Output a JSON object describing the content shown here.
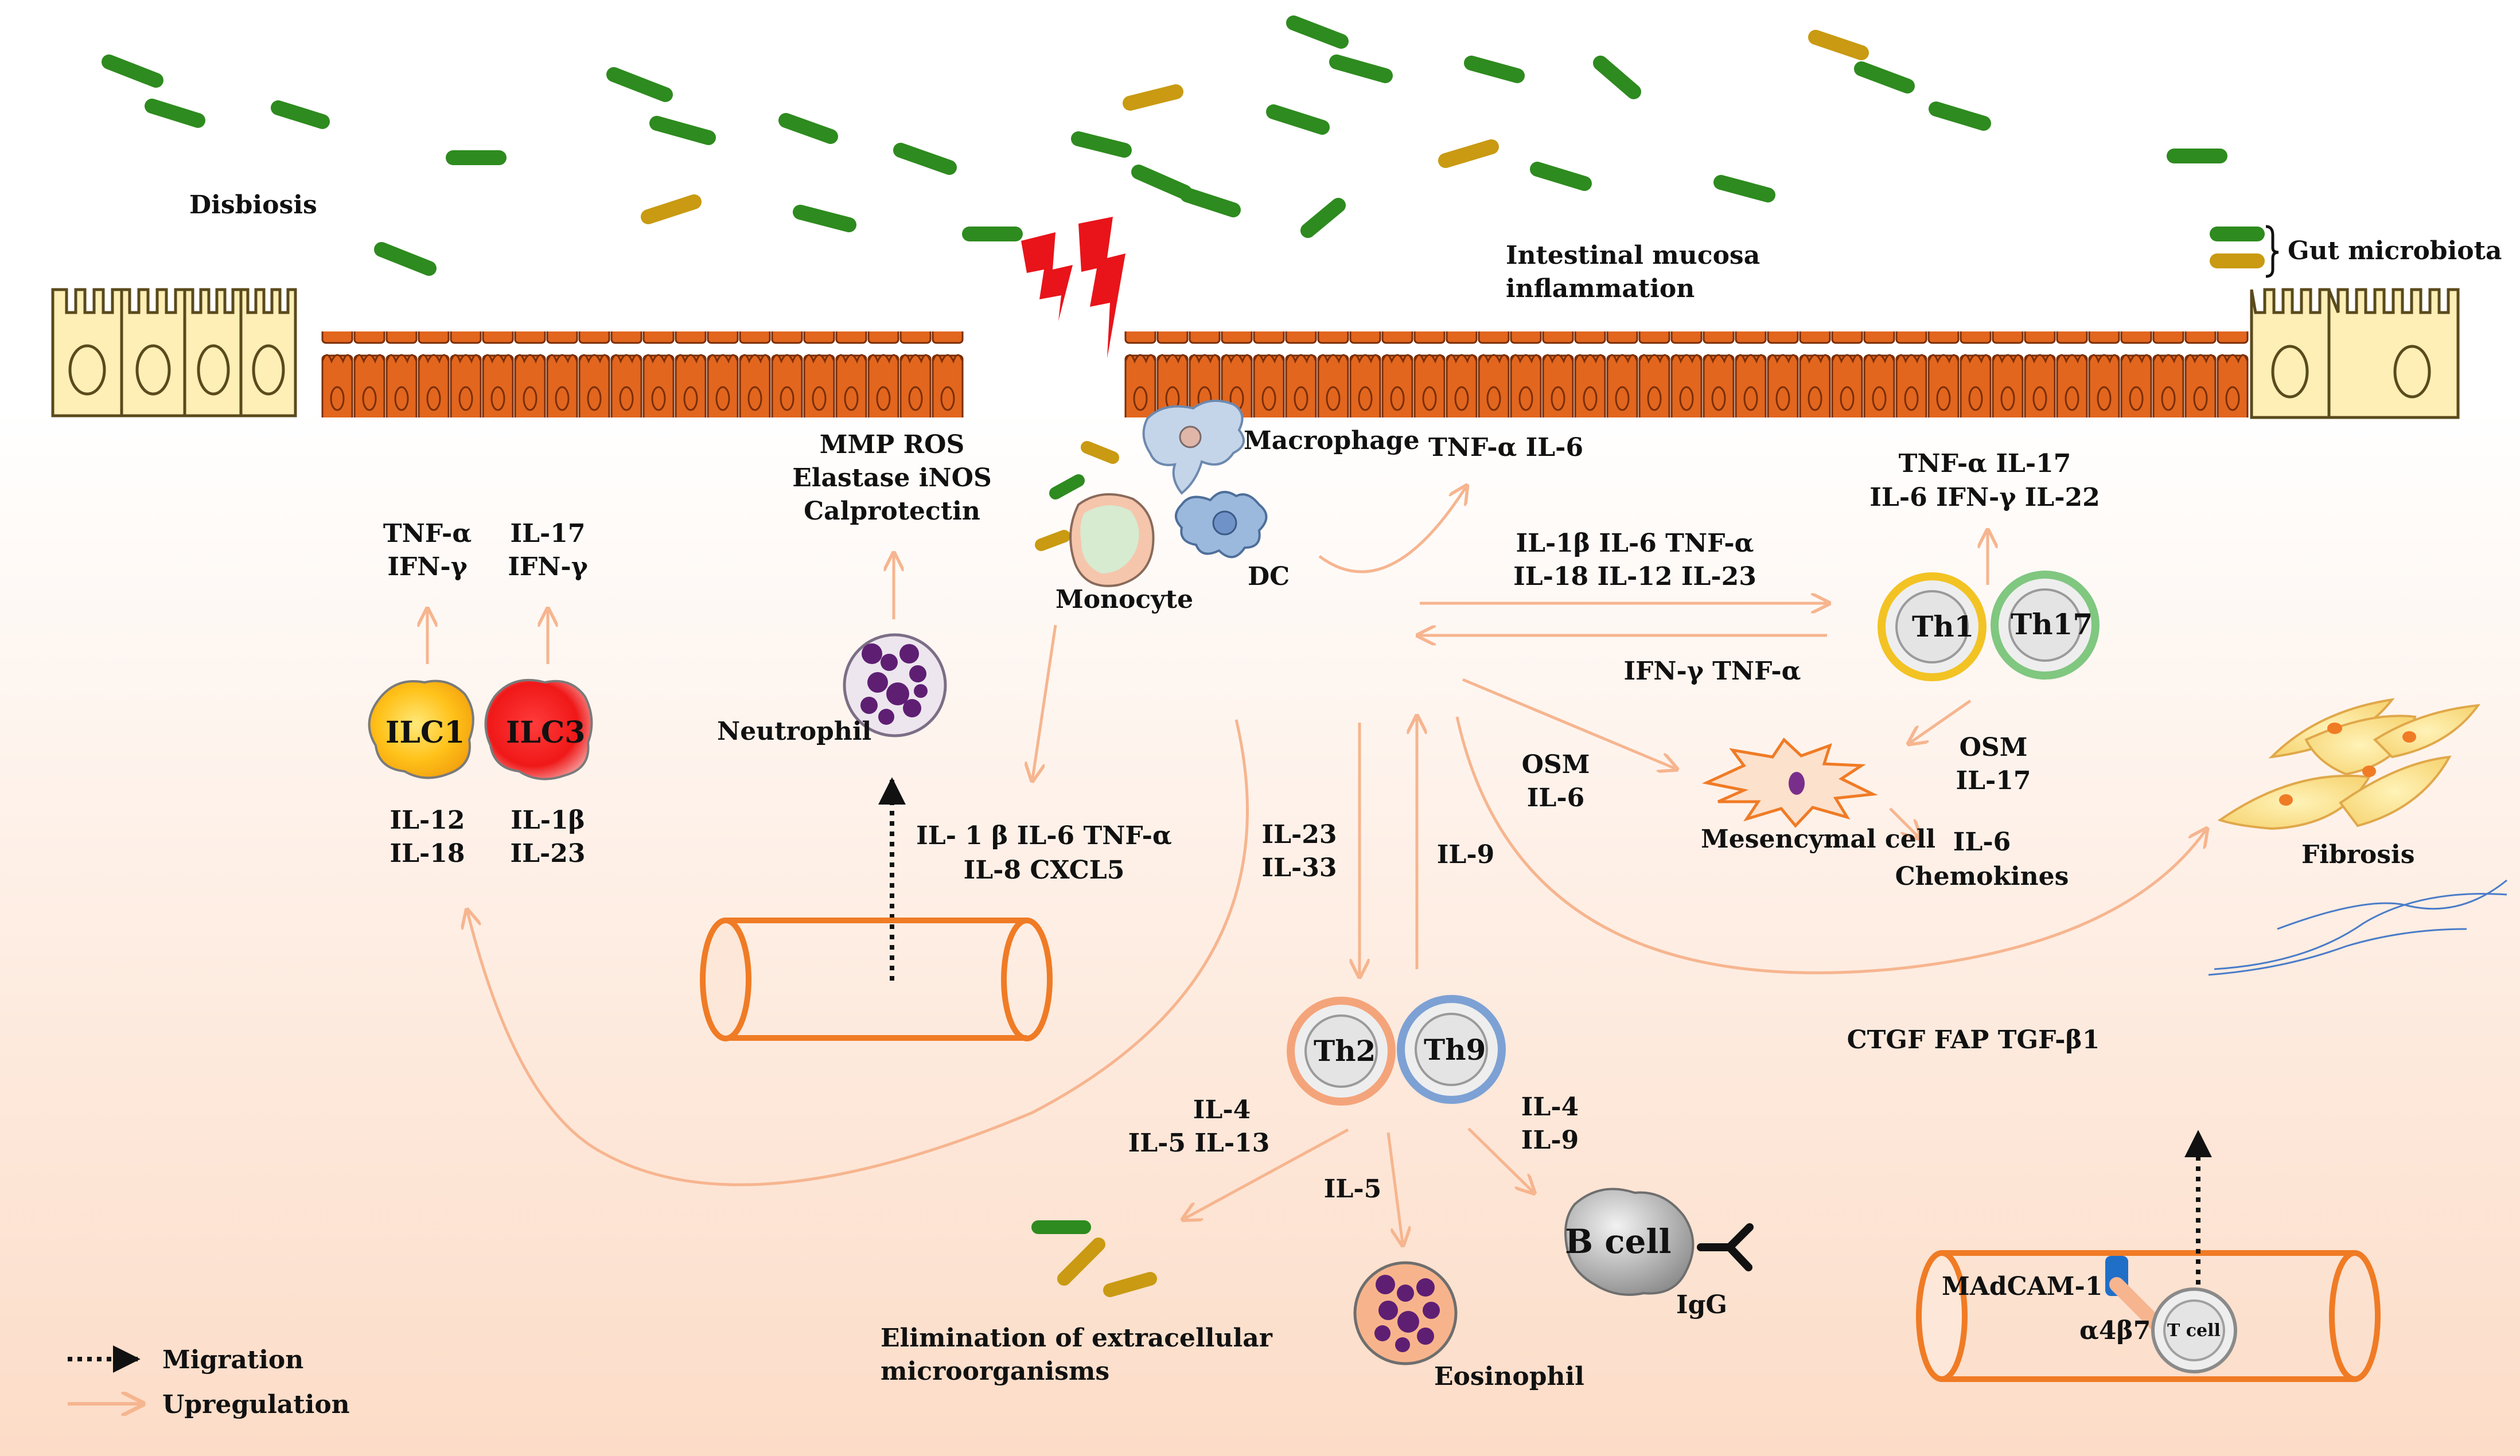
{
  "labels": {
    "disbiosis": "Disbiosis",
    "gut_microbiota": "Gut microbiota",
    "mucosa_inflammation_1": "Intestinal mucosa",
    "mucosa_inflammation_2": "inflammation",
    "macrophage": "Macrophage",
    "dc": "DC",
    "monocyte": "Monocyte",
    "neutrophil": "Neutrophil",
    "mesencymal_cell": "Mesencymal cell",
    "fibrosis": "Fibrosis",
    "eosinophil": "Eosinophil",
    "igg": "IgG",
    "elimination_1": "Elimination of extracellular",
    "elimination_2": "microorganisms",
    "madcam": "MAdCAM-1",
    "a4b7": "α4β7"
  },
  "cells": {
    "ilc1": "ILC1",
    "ilc3": "ILC3",
    "th1": "Th1",
    "th17": "Th17",
    "th2": "Th2",
    "th9": "Th9",
    "bcell": "B cell",
    "tcell": "T cell"
  },
  "cytokines": {
    "mmp_1": "MMP ROS",
    "mmp_2": "Elastase iNOS",
    "mmp_3": "Calprotectin",
    "ilc1_up_1": "TNF-α",
    "ilc1_up_2": "IFN-γ",
    "ilc3_up_1": "IL-17",
    "ilc3_up_2": "IFN-γ",
    "ilc1_in_1": "IL-12",
    "ilc1_in_2": "IL-18",
    "ilc3_in_1": "IL-1β",
    "ilc3_in_2": "IL-23",
    "macro_out": "TNF-α IL-6",
    "th1_out_1": "TNF-α  IL-17",
    "th1_out_2": "IL-6 IFN-γ IL-22",
    "dc_to_th_1": "IL-1β IL-6 TNF-α",
    "dc_to_th_2": "IL-18 IL-12 IL-23",
    "th_back": "IFN-γ TNF-α",
    "osm_left_1": "OSM",
    "osm_left_2": "IL-6",
    "osm_right_1": "OSM",
    "osm_right_2": "IL-17",
    "mes_out_1": "IL-6",
    "mes_out_2": "Chemokines",
    "mono_out_1": "IL- 1 β IL-6 TNF-α",
    "mono_out_2": "IL-8 CXCL5",
    "il23_1": "IL-23",
    "il23_2": "IL-33",
    "il9": "IL-9",
    "ctgf": "CTGF FAP TGF-β1",
    "th2_out_1": "IL-4",
    "th2_out_2": "IL-5 IL-13",
    "il5": "IL-5",
    "th9_out_1": "IL-4",
    "th9_out_2": "IL-9"
  },
  "legend": {
    "migration": "Migration",
    "upregulation": "Upregulation"
  },
  "colors": {
    "arrow": "#F6B58F",
    "epithelium": "#E2661E",
    "bacteria_green": "#2E8B1F",
    "bacteria_gold": "#C99A12",
    "lightning": "#E8141A",
    "vessel": "#F07B25"
  }
}
